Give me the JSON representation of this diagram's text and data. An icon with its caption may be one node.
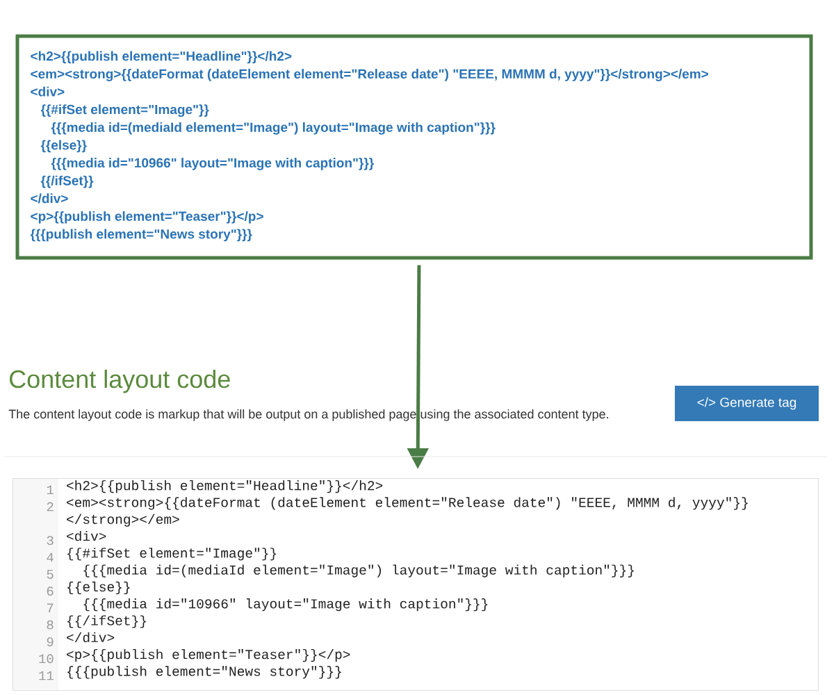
{
  "diagram": {
    "title": "Content layout code",
    "nodes": [
      {
        "text": [
          "<h2>{{publish element=\"Headline\"}}</h2>",
          "<em><strong>{{dateFormat (dateElement element=\"Release date\") \"EEEE, MMMM d, yyyy\"}}</strong></em>",
          "<div>",
          "{{#ifSet element=\"Image\"}}",
          "{{{media id=(mediaId element=\"Image\") layout=\"Image with caption\"}}}",
          "{{else}}",
          "{{{media id=\"10966\" layout=\"Image with caption\"}}}",
          "{{/ifSet}}",
          "</div>",
          "<p>{{publish element=\"Teaser\"}}</p>",
          "{{{publish element=\"News story\"}}}"
        ]
      },
      {
        "text": [
          "<h2>{{publish element=\"Headline\"}}</h2>",
          "<em><strong>{{dateFormat (dateElement element=\"Release date\") \"EEEE, MMMM d, yyyy\"}} </strong></em>",
          "<div>",
          "{{#ifSet element=\"Image\"}}",
          "{{{media id=(mediaId element=\"Image\") layout=\"Image with caption\"}}}",
          "{{else}}",
          "{{{media id=\"10966\" layout=\"Image with caption\"}}}",
          "{{/ifSet}}",
          "</div>",
          "<p>{{publish element=\"Teaser\"}}</p>",
          "{{{publish element=\"News story\"}}}"
        ]
      },
      {
        "text": [
          "</> Generate tag"
        ]
      }
    ],
    "edges": [
      {
        "from": 0,
        "to": 1,
        "arrow": "to"
      }
    ],
    "labels": [
      "The content layout code is markup that will be output on a published page using the associated content type.",
      "1",
      "2",
      "3",
      "4",
      "5",
      "6",
      "7",
      "8",
      "9",
      "10",
      "11"
    ]
  }
}
